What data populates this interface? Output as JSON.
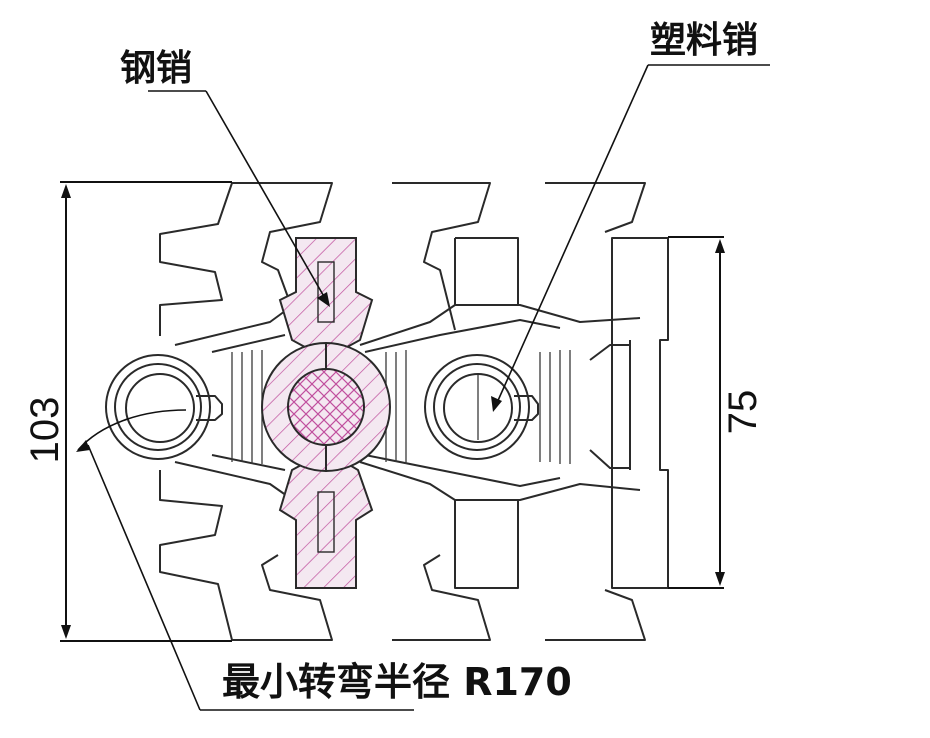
{
  "labels": {
    "steel_pin": "钢销",
    "plastic_pin": "塑料销",
    "min_radius": "最小转弯半径 R170"
  },
  "dimensions": {
    "total_height": "103",
    "body_height": "75"
  },
  "colors": {
    "line": "#2a2a2a",
    "steel_pin_fill": "#f3e6f0",
    "steel_pin_hatch": "#c0509e"
  }
}
